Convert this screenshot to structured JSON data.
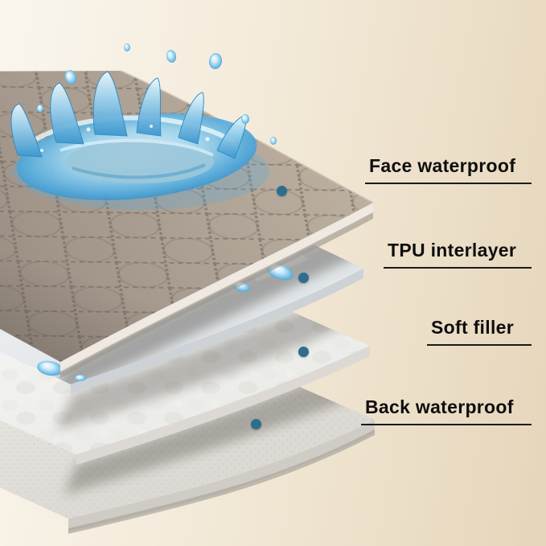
{
  "callouts": [
    {
      "label": "Face waterproof"
    },
    {
      "label": "TPU interlayer"
    },
    {
      "label": "Soft filler"
    },
    {
      "label": "Back waterproof"
    }
  ],
  "colors": {
    "accent_dot": "#2d6e90",
    "leader_line": "#1a1a1a",
    "water_blue": "#3f9fd8",
    "fabric_gray": "#a2968b",
    "background_beige": "#eee2cc"
  }
}
